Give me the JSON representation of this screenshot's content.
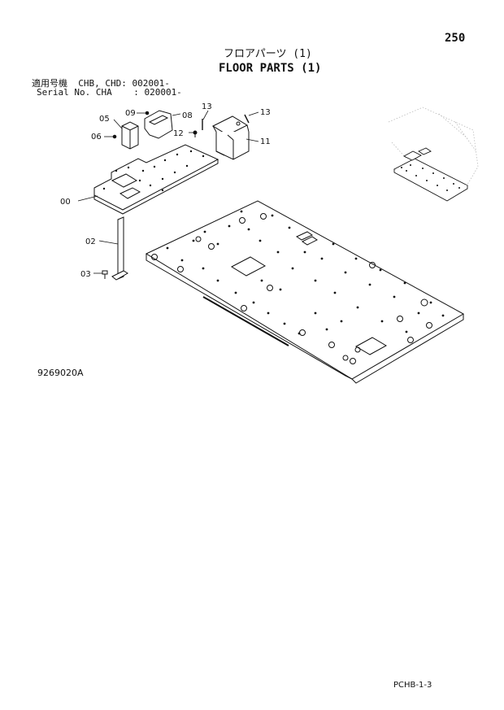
{
  "page": {
    "number": "250",
    "title_jp": "フロアパーツ (1)",
    "title_en": "FLOOR PARTS (1)",
    "serial_line_1": "適用号機  CHB, CHD: 002001-",
    "serial_line_2": "Serial No. CHA    : 020001-",
    "figure_code": "9269020A",
    "page_code": "PCHB-1-3"
  },
  "callouts": {
    "c00": "00",
    "c02": "02",
    "c03": "03",
    "c05": "05",
    "c06": "06",
    "c08": "08",
    "c09": "09",
    "c11": "11",
    "c12": "12",
    "c13a": "13",
    "c13b": "13"
  }
}
